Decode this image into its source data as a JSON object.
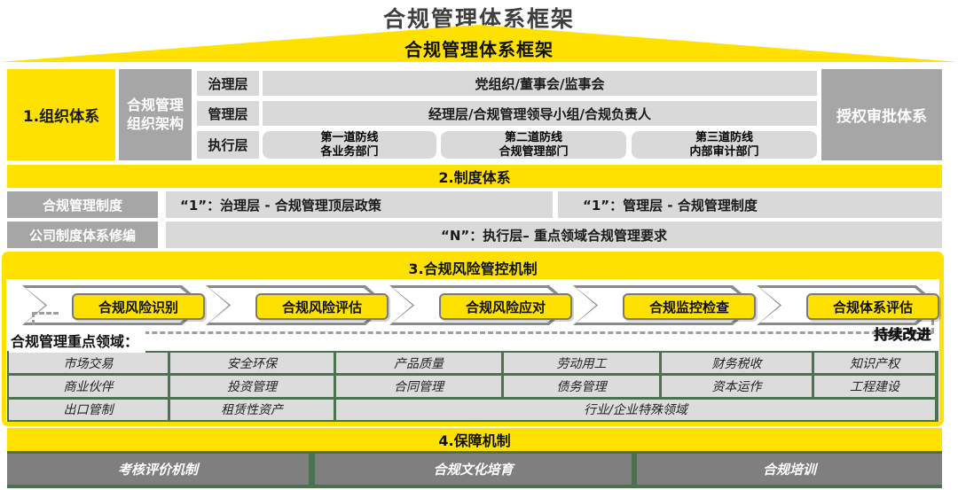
{
  "top": {
    "background_title": "合规管理体系框架",
    "roof_title": "合规管理体系框架"
  },
  "section1": {
    "block_label": "1.组织体系",
    "org_structure_label": "合规管理组织架构",
    "authorization_label": "授权审批体系",
    "governance": {
      "label": "治理层",
      "content": "党组织/董事会/监事会"
    },
    "management": {
      "label": "管理层",
      "content": "经理层/合规管理领导小组/合规负责人"
    },
    "execution": {
      "label": "执行层"
    },
    "defense_lines": [
      {
        "line1": "第一道防线",
        "line2": "各业务部门"
      },
      {
        "line1": "第二道防线",
        "line2": "合规管理部门"
      },
      {
        "line1": "第三道防线",
        "line2": "内部审计部门"
      }
    ]
  },
  "section2": {
    "title": "2.制度体系",
    "row1": {
      "label": "合规管理制度",
      "box1": "“1”：治理层 - 合规管理顶层政策",
      "box2": "“1”：管理层 - 合规管理制度"
    },
    "row2": {
      "label": "公司制度体系修编",
      "box": "“N”：执行层– 重点领域合规管理要求"
    }
  },
  "section3": {
    "title": "3.合规风险管控机制",
    "steps": [
      "合规风险识别",
      "合规风险评估",
      "合规风险应对",
      "合规监控检查",
      "合规体系评估"
    ],
    "loop_label": "持续改进",
    "focus_title": "合规管理重点领域：",
    "grid_row1": [
      "市场交易",
      "安全环保",
      "产品质量",
      "劳动用工",
      "财务税收",
      "知识产权"
    ],
    "grid_row2": [
      "商业伙伴",
      "投资管理",
      "合同管理",
      "债务管理",
      "资本运作",
      "工程建设"
    ],
    "grid_row3": [
      "出口管制",
      "租赁性资产",
      "行业/企业特殊领域"
    ]
  },
  "section4": {
    "title": "4.保障机制",
    "boxes": [
      "考核评价机制",
      "合规文化培育",
      "合规培训"
    ]
  },
  "colors": {
    "yellow": "#ffe100",
    "gray_medium": "#a6a6a6",
    "gray_light": "#d9d9d9",
    "gray_dark": "#7f7f7f",
    "green": "#4a7150"
  }
}
